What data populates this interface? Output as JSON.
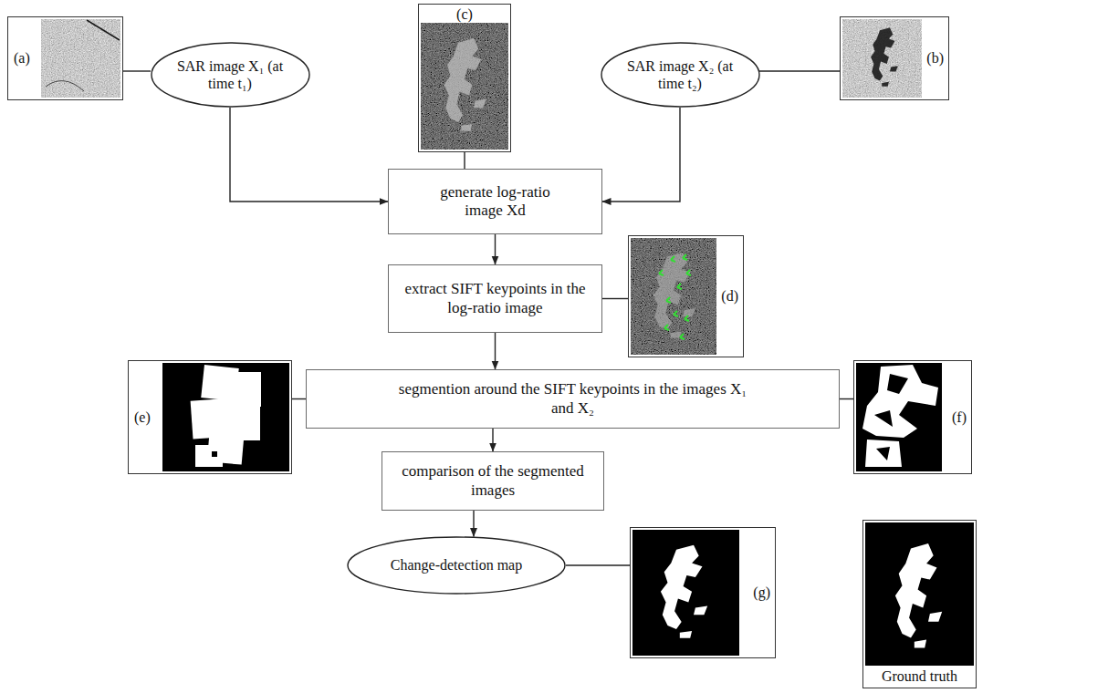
{
  "diagram": {
    "nodes": [
      {
        "text": [
          "(a)"
        ]
      },
      {
        "text": [
          "SAR image X₁ (at time t₁)"
        ]
      },
      {
        "text": [
          "(c)"
        ]
      },
      {
        "text": [
          "SAR image X₂ (at time t₂)"
        ]
      },
      {
        "text": [
          "(b)"
        ]
      },
      {
        "text": [
          "generate log-ratio image Xd"
        ]
      },
      {
        "text": [
          "extract SIFT keypoints in the log-ratio image"
        ]
      },
      {
        "text": [
          "(d)"
        ]
      },
      {
        "text": [
          "(e)"
        ]
      },
      {
        "text": [
          "segmention around the SIFT keypoints in the images X₁ and X₂"
        ]
      },
      {
        "text": [
          "(f)"
        ]
      },
      {
        "text": [
          "comparison of the segmented images"
        ]
      },
      {
        "text": [
          "Change-detection map"
        ]
      },
      {
        "text": [
          "(g)"
        ]
      },
      {
        "text": [
          "Ground truth"
        ]
      }
    ],
    "edges": [
      {
        "from": 0,
        "to": 1,
        "arrow": "none"
      },
      {
        "from": 1,
        "to": 5,
        "arrow": "to"
      },
      {
        "from": 2,
        "to": 5,
        "arrow": "none"
      },
      {
        "from": 3,
        "to": 4,
        "arrow": "none"
      },
      {
        "from": 3,
        "to": 5,
        "arrow": "to"
      },
      {
        "from": 5,
        "to": 6,
        "arrow": "to"
      },
      {
        "from": 6,
        "to": 7,
        "arrow": "none"
      },
      {
        "from": 6,
        "to": 9,
        "arrow": "to"
      },
      {
        "from": 8,
        "to": 9,
        "arrow": "none"
      },
      {
        "from": 9,
        "to": 10,
        "arrow": "none"
      },
      {
        "from": 9,
        "to": 11,
        "arrow": "to"
      },
      {
        "from": 11,
        "to": 12,
        "arrow": "to"
      },
      {
        "from": 12,
        "to": 13,
        "arrow": "none"
      }
    ]
  }
}
